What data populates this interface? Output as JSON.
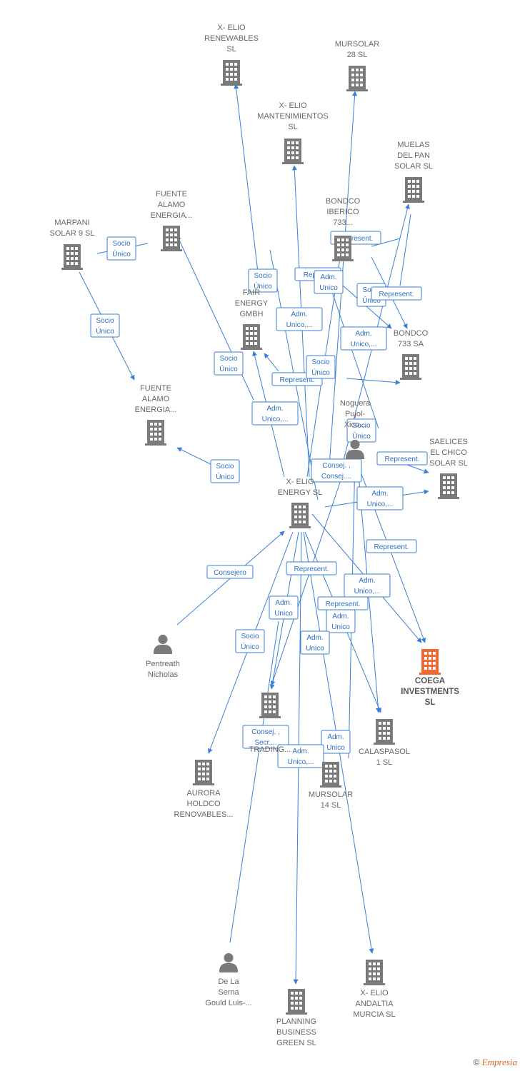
{
  "colors": {
    "edge": "#3a7fd5",
    "company": "#7a7a7a",
    "highlight": "#f06a35",
    "person": "#7a7a7a"
  },
  "nodes": [
    {
      "id": "xelio_renewables",
      "type": "company",
      "label": [
        "X- ELIO",
        "RENEWABLES",
        "SL"
      ]
    },
    {
      "id": "mursolar28",
      "type": "company",
      "label": [
        "MURSOLAR",
        "28 SL"
      ]
    },
    {
      "id": "xelio_mant",
      "type": "company",
      "label": [
        "X- ELIO",
        "MANTENIMIENTOS",
        "SL"
      ]
    },
    {
      "id": "muelas",
      "type": "company",
      "label": [
        "MUELAS",
        "DEL PAN",
        "SOLAR SL"
      ]
    },
    {
      "id": "fuente1",
      "type": "company",
      "label": [
        "FUENTE",
        "ALAMO",
        "ENERGIA..."
      ]
    },
    {
      "id": "bondco_iberico",
      "type": "company",
      "label": [
        "BONDCO",
        "IBERICO",
        "733..."
      ]
    },
    {
      "id": "marpani",
      "type": "company",
      "label": [
        "MARPANI",
        "SOLAR 9  SL"
      ]
    },
    {
      "id": "fair",
      "type": "company",
      "label": [
        "FAIR",
        "ENERGY",
        "GMBH"
      ]
    },
    {
      "id": "bondco733",
      "type": "company",
      "label": [
        "BONDCO",
        "733 SA"
      ]
    },
    {
      "id": "fuente2",
      "type": "company",
      "label": [
        "FUENTE",
        "ALAMO",
        "ENERGIA..."
      ]
    },
    {
      "id": "noguera",
      "type": "person",
      "label": [
        "Noguera",
        "Pujol-",
        "Xico..."
      ]
    },
    {
      "id": "saelices",
      "type": "company",
      "label": [
        "SAELICES",
        "EL CHICO",
        "SOLAR SL"
      ]
    },
    {
      "id": "xelio_energy",
      "type": "company",
      "label": [
        "X- ELIO",
        "ENERGY  SL"
      ]
    },
    {
      "id": "pentreath",
      "type": "person",
      "label": [
        "Pentreath",
        "Nicholas"
      ]
    },
    {
      "id": "coega",
      "type": "company_highlight",
      "label": [
        "COEGA",
        "INVESTMENTS",
        "SL"
      ]
    },
    {
      "id": "trading",
      "type": "company",
      "label": [
        "TRADING..."
      ]
    },
    {
      "id": "calaspasol",
      "type": "company",
      "label": [
        "CALASPASOL",
        "1  SL"
      ]
    },
    {
      "id": "aurora",
      "type": "company",
      "label": [
        "AURORA",
        "HOLDCO",
        "RENOVABLES..."
      ]
    },
    {
      "id": "mursolar14",
      "type": "company",
      "label": [
        "MURSOLAR",
        "14 SL"
      ]
    },
    {
      "id": "delaserna",
      "type": "person",
      "label": [
        "De La",
        "Serna",
        "Gould Luis-..."
      ]
    },
    {
      "id": "xelio_andaltia",
      "type": "company",
      "label": [
        "X- ELIO",
        "ANDALTIA",
        "MURCIA  SL"
      ]
    },
    {
      "id": "planning",
      "type": "company",
      "label": [
        "PLANNING",
        "BUSINESS",
        "GREEN  SL"
      ]
    }
  ],
  "edge_labels": [
    [
      "Socio",
      "Único"
    ],
    [
      "Socio",
      "Único"
    ],
    [
      "Socio",
      "Único"
    ],
    [
      "Represent."
    ],
    [
      "Repres..."
    ],
    [
      "Adm.",
      "Unico"
    ],
    [
      "Socio",
      "Único"
    ],
    [
      "Represent."
    ],
    [
      "Adm.",
      "Unico,..."
    ],
    [
      "Adm.",
      "Unico,..."
    ],
    [
      "Socio",
      "Único"
    ],
    [
      "Represent."
    ],
    [
      "Socio",
      "Único"
    ],
    [
      "Adm.",
      "Unico,..."
    ],
    [
      "Socio",
      "Único"
    ],
    [
      "Represent."
    ],
    [
      "Socio",
      "Único"
    ],
    [
      "Consej. ,",
      "Consej...."
    ],
    [
      "Adm.",
      "Unico,..."
    ],
    [
      "Represent."
    ],
    [
      "Consejero"
    ],
    [
      "Represent."
    ],
    [
      "Adm.",
      "Unico,..."
    ],
    [
      "Adm.",
      "Unico"
    ],
    [
      "Represent."
    ],
    [
      "Adm.",
      "Unico"
    ],
    [
      "Socio",
      "Único"
    ],
    [
      "Adm.",
      "Unico"
    ],
    [
      "Consej. ,",
      "Secr...."
    ],
    [
      "Adm.",
      "Unico"
    ],
    [
      "Adm.",
      "Unico,..."
    ]
  ],
  "footer": {
    "copyright": "©",
    "brand": "Empresia"
  }
}
